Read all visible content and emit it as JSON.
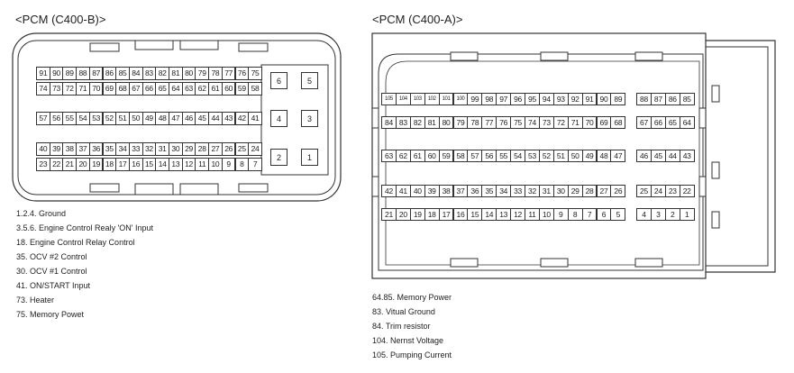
{
  "connector_b": {
    "title": "<PCM (C400-B)>",
    "rows": [
      [
        "91",
        "90",
        "89",
        "88",
        "87",
        "86",
        "85",
        "84",
        "83",
        "82",
        "81",
        "80",
        "79",
        "78",
        "77",
        "76",
        "75"
      ],
      [
        "74",
        "73",
        "72",
        "71",
        "70",
        "69",
        "68",
        "67",
        "66",
        "65",
        "64",
        "63",
        "62",
        "61",
        "60",
        "59",
        "58"
      ],
      [
        "57",
        "56",
        "55",
        "54",
        "53",
        "52",
        "51",
        "50",
        "49",
        "48",
        "47",
        "46",
        "45",
        "44",
        "43",
        "42",
        "41"
      ],
      [
        "40",
        "39",
        "38",
        "37",
        "36",
        "35",
        "34",
        "33",
        "32",
        "31",
        "30",
        "29",
        "28",
        "27",
        "26",
        "25",
        "24"
      ],
      [
        "23",
        "22",
        "21",
        "20",
        "19",
        "18",
        "17",
        "16",
        "15",
        "14",
        "13",
        "12",
        "11",
        "10",
        "9",
        "8",
        "7"
      ]
    ],
    "big_pins": [
      "6",
      "5",
      "4",
      "3",
      "2",
      "1"
    ],
    "legend": [
      "1.2.4. Ground",
      "3.5.6. Engine Control Realy 'ON' Input",
      "18. Engine Control Relay Control",
      "35. OCV #2 Control",
      "30. OCV #1 Control",
      "41. ON/START Input",
      "73. Heater",
      "75. Memory Powet"
    ]
  },
  "connector_a": {
    "title": "<PCM (C400-A)>",
    "rows_left": [
      [
        "105",
        "104",
        "103",
        "102",
        "101",
        "100",
        "99",
        "98",
        "97",
        "96",
        "95",
        "94",
        "93",
        "92",
        "91",
        "90",
        "89"
      ],
      [
        "84",
        "83",
        "82",
        "81",
        "80",
        "79",
        "78",
        "77",
        "76",
        "75",
        "74",
        "73",
        "72",
        "71",
        "70",
        "69",
        "68"
      ],
      [
        "63",
        "62",
        "61",
        "60",
        "59",
        "58",
        "57",
        "56",
        "55",
        "54",
        "53",
        "52",
        "51",
        "50",
        "49",
        "48",
        "47"
      ],
      [
        "42",
        "41",
        "40",
        "39",
        "38",
        "37",
        "36",
        "35",
        "34",
        "33",
        "32",
        "31",
        "30",
        "29",
        "28",
        "27",
        "26"
      ],
      [
        "21",
        "20",
        "19",
        "18",
        "17",
        "16",
        "15",
        "14",
        "13",
        "12",
        "11",
        "10",
        "9",
        "8",
        "7",
        "6",
        "5"
      ]
    ],
    "rows_right": [
      [
        "88",
        "87",
        "86",
        "85"
      ],
      [
        "67",
        "66",
        "65",
        "64"
      ],
      [
        "46",
        "45",
        "44",
        "43"
      ],
      [
        "25",
        "24",
        "23",
        "22"
      ],
      [
        "4",
        "3",
        "2",
        "1"
      ]
    ],
    "legend": [
      "64.85. Memory Power",
      "83. Vitual Ground",
      "84. Trim resistor",
      "104. Nernst Voltage",
      "105. Pumping Current"
    ]
  }
}
